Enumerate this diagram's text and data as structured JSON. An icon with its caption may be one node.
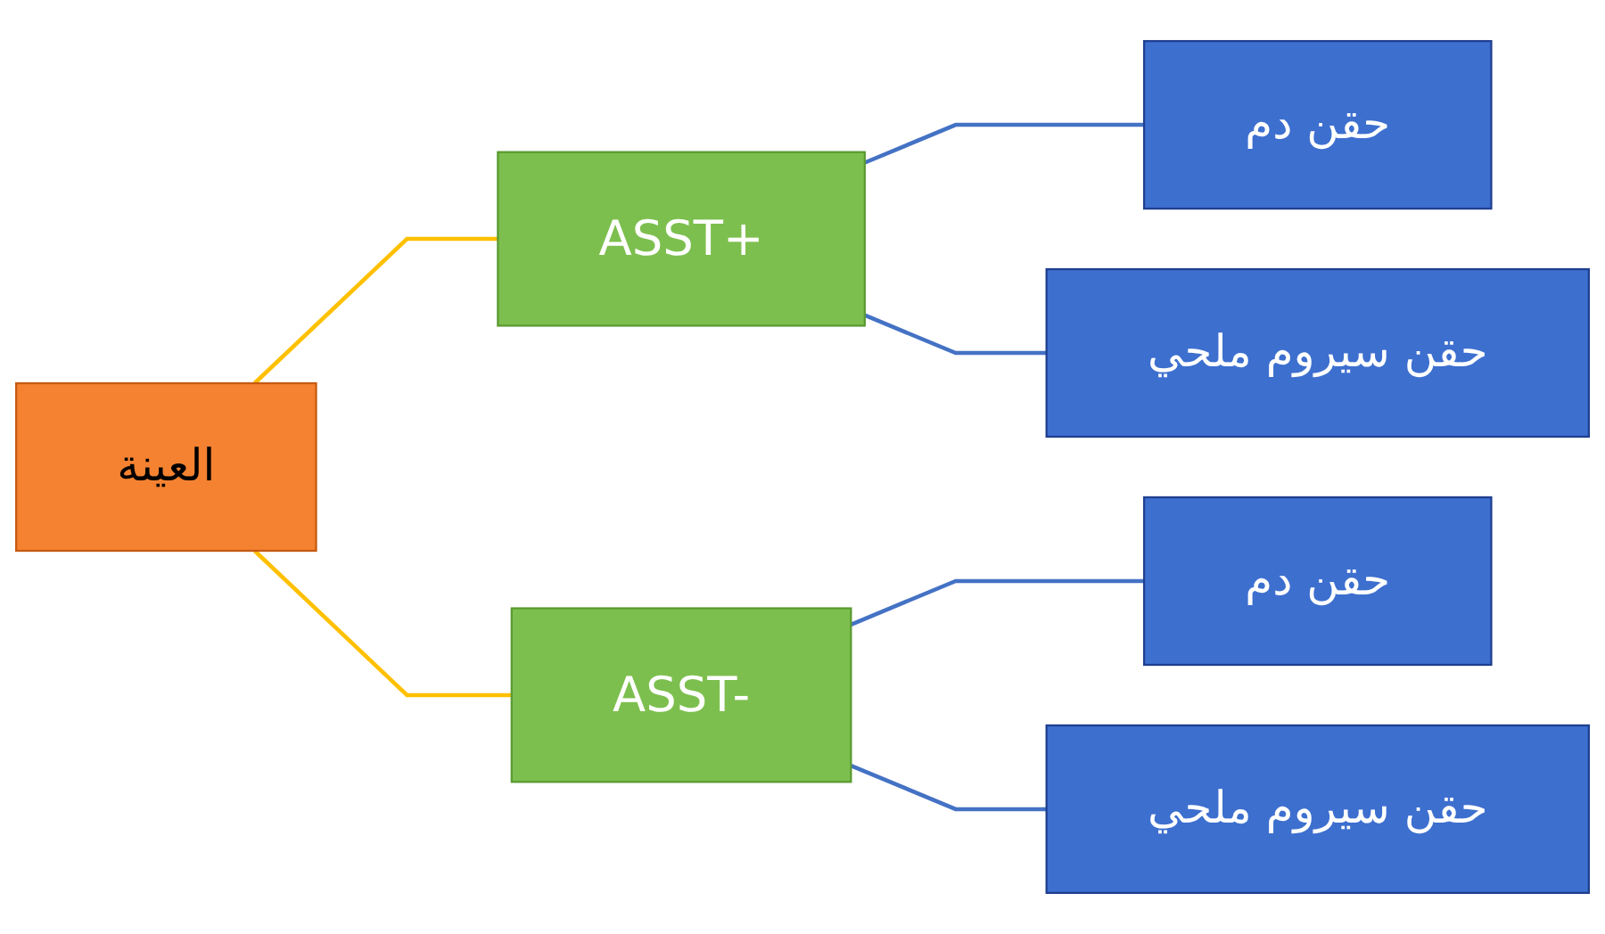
{
  "diagram": {
    "nodes": [
      {
        "text": [
          "العينة"
        ]
      },
      {
        "text": [
          "ASST+"
        ]
      },
      {
        "text": [
          "حقن دم"
        ]
      },
      {
        "text": [
          "حقن سيروم ملحي"
        ]
      },
      {
        "text": [
          "ASST-"
        ]
      },
      {
        "text": [
          "حقن دم"
        ]
      },
      {
        "text": [
          "حقن سيروم ملحي"
        ]
      }
    ],
    "edges": [
      {
        "from": 0,
        "to": 1,
        "arrow": "none",
        "color": "#ffc000"
      },
      {
        "from": 0,
        "to": 4,
        "arrow": "none",
        "color": "#ffc000"
      },
      {
        "from": 1,
        "to": 2,
        "arrow": "none"
      },
      {
        "from": 1,
        "to": 3,
        "arrow": "none"
      },
      {
        "from": 4,
        "to": 5,
        "arrow": "none"
      },
      {
        "from": 4,
        "to": 6,
        "arrow": "none"
      }
    ]
  }
}
